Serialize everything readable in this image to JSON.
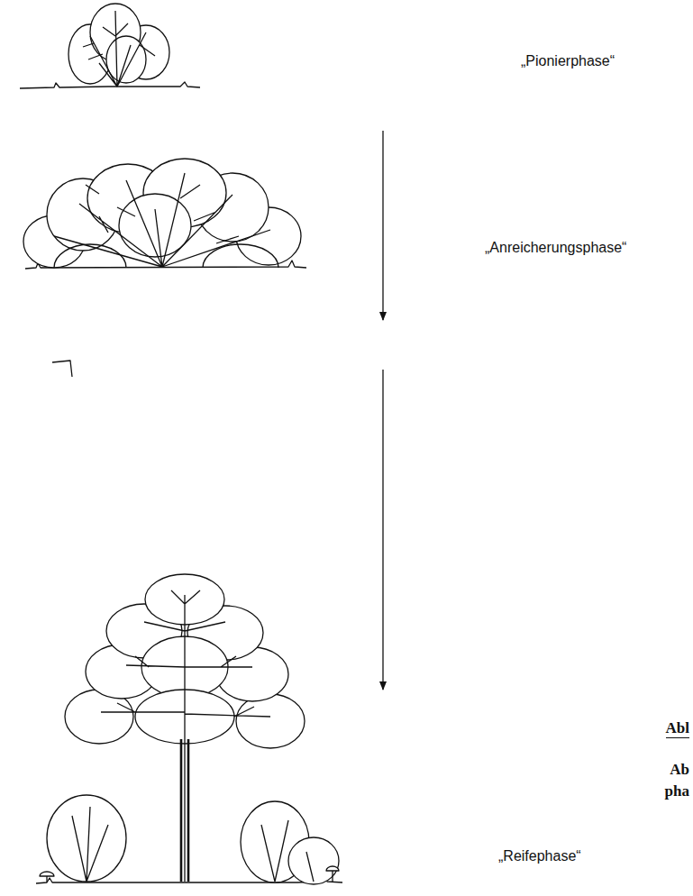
{
  "diagram": {
    "labels": [
      "„Pionierphase“",
      "„Anreicherungsphase“",
      "„Reifephase“",
      "Abl",
      "Ab",
      "pha"
    ]
  }
}
